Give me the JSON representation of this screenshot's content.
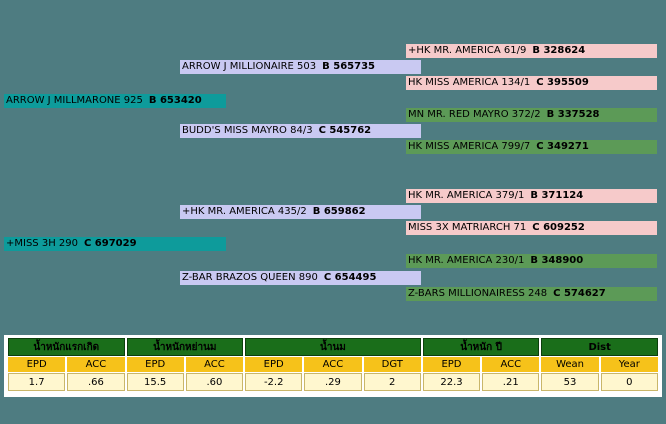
{
  "pedigree": {
    "sire": {
      "name": "ARROW J MILLMARONE 925",
      "reg": "B 653420"
    },
    "dam": {
      "name": "+MISS 3H 290",
      "reg": "C 697029"
    },
    "ss": {
      "name": "ARROW J MILLIONAIRE 503",
      "reg": "B 565735"
    },
    "sd": {
      "name": "BUDD'S MISS MAYRO 84/3",
      "reg": "C 545762"
    },
    "ds": {
      "name": "+HK MR. AMERICA 435/2",
      "reg": "B 659862"
    },
    "dd": {
      "name": "Z-BAR BRAZOS QUEEN 890",
      "reg": "C 654495"
    },
    "sss": {
      "name": "+HK MR. AMERICA 61/9",
      "reg": "B 328624"
    },
    "ssd": {
      "name": "HK MISS AMERICA 134/1",
      "reg": "C 395509"
    },
    "sds": {
      "name": "MN MR. RED MAYRO 372/2",
      "reg": "B 337528"
    },
    "sdd": {
      "name": "HK MISS AMERICA 799/7",
      "reg": "C 349271"
    },
    "dss": {
      "name": "HK MR. AMERICA 379/1",
      "reg": "B 371124"
    },
    "dsd": {
      "name": "MISS 3X MATRIARCH 71",
      "reg": "C 609252"
    },
    "dds": {
      "name": "HK MR. AMERICA 230/1",
      "reg": "B 348900"
    },
    "ddd": {
      "name": "Z-BARS MILLIONAIRESS 248",
      "reg": "C 574627"
    }
  },
  "epd_table": {
    "groups": [
      {
        "label": "น้ำหนักแรกเกิด",
        "span": 2
      },
      {
        "label": "น้ำหนักหย่านม",
        "span": 2
      },
      {
        "label": "น้ำนม",
        "span": 3
      },
      {
        "label": "น้ำหนัก ปี",
        "span": 2
      },
      {
        "label": "Dist",
        "span": 2
      }
    ],
    "headers": [
      "EPD",
      "ACC",
      "EPD",
      "ACC",
      "EPD",
      "ACC",
      "DGT",
      "EPD",
      "ACC",
      "Wean",
      "Year"
    ],
    "values": [
      "1.7",
      ".66",
      "15.5",
      ".60",
      "-2.2",
      ".29",
      "2",
      "22.3",
      ".21",
      "53",
      "0"
    ]
  },
  "colors": {
    "background": "#4e7c81",
    "gen1": "#0e9b9b",
    "gen2": "#c9c9f2",
    "gen3_male": "#f6caca",
    "gen3_female": "#5c9a57",
    "group_header": "#1a6e1a",
    "col_header": "#f6c21a",
    "value_cell": "#fff7cf"
  }
}
